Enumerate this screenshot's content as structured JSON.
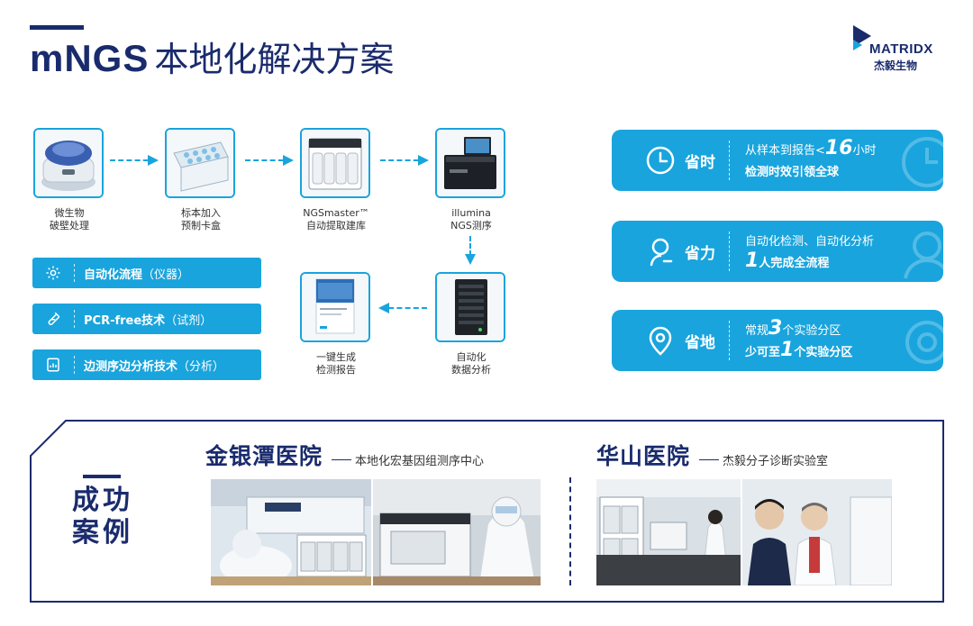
{
  "header": {
    "title_en": "mNGS",
    "title_cn": "本地化解决方案"
  },
  "logo": {
    "name_en": "MATRIDX",
    "name_cn": "杰毅生物"
  },
  "workflow": [
    {
      "line1": "微生物",
      "line2": "破壁处理"
    },
    {
      "line1": "标本加入",
      "line2": "预制卡盒"
    },
    {
      "line1": "NGSmaster™",
      "line2": "自动提取建库"
    },
    {
      "line1": "illumina",
      "line2": "NGS测序"
    },
    {
      "line1": "自动化",
      "line2": "数据分析"
    },
    {
      "line1": "一键生成",
      "line2": "检测报告"
    }
  ],
  "features": [
    {
      "bold": "自动化流程",
      "paren": "（仪器）",
      "icon": "gear-icon"
    },
    {
      "bold": "PCR-free技术",
      "paren": "（试剂）",
      "icon": "test-tube-icon"
    },
    {
      "bold": "边测序边分析技术",
      "paren": "（分析）",
      "icon": "document-chart-icon"
    }
  ],
  "benefits": [
    {
      "title": "省时",
      "l1_pre": "从样本到报告<",
      "l1_num": "16",
      "l1_post": "小时",
      "l2": "检测时效引领全球",
      "icon": "clock-icon"
    },
    {
      "title": "省力",
      "l1_pre": "自动化检测、自动化分析",
      "l2_num": "1",
      "l2_post": "人完成全流程",
      "icon": "person-icon"
    },
    {
      "title": "省地",
      "l1_pre": "常规",
      "l1_num": "3",
      "l1_post": "个实验分区",
      "l2_pre": "少可至",
      "l2_num": "1",
      "l2_post": "个实验分区",
      "icon": "location-pin-icon"
    }
  ],
  "cases": {
    "title_l1": "成功",
    "title_l2": "案例",
    "hospitals": [
      {
        "name": "金银潭医院",
        "sub": "本地化宏基因组测序中心"
      },
      {
        "name": "华山医院",
        "sub": "杰毅分子诊断实验室"
      }
    ]
  },
  "colors": {
    "brand_blue": "#19a4dd",
    "navy": "#1a2b6d"
  }
}
